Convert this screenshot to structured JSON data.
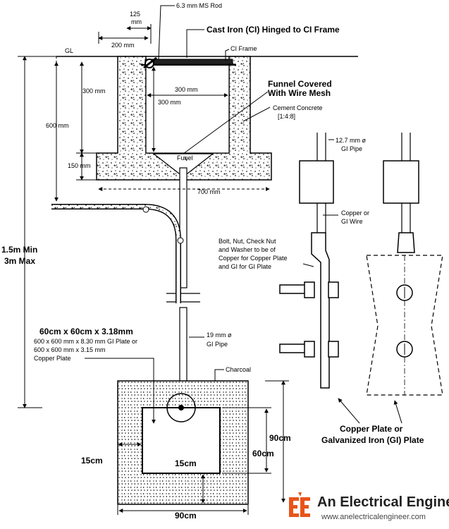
{
  "labels": {
    "ms_rod": "6.3 mm MS Rod",
    "dim_125": "125",
    "dim_125_unit": "mm",
    "dim_200": "200 mm",
    "ci_hinged": "Cast Iron (CI) Hinged to CI Frame",
    "gl": "GL",
    "ci_frame": "CI Frame",
    "dim_300_h": "300 mm",
    "dim_300_v": "300 mm",
    "dim_300_left": "300 mm",
    "dim_600": "600 mm",
    "dim_150": "150 mm",
    "dim_700": "700 mm",
    "funnel_line1": "Funnel Covered",
    "funnel_line2": "With Wire Mesh",
    "cement_line1": "Cement Concrete",
    "cement_line2": "[1:4:8]",
    "funel": "Funel",
    "gi_pipe_top_1": "12.7 mm ø",
    "gi_pipe_top_2": "GI Pipe",
    "copper_wire_1": "Copper or",
    "copper_wire_2": "GI Wire",
    "bolt_1": "Bolt, Nut, Check Nut",
    "bolt_2": "and Washer to be of",
    "bolt_3": "Copper for Copper Plate",
    "bolt_4": "and GI for GI Plate",
    "depth_1": "1.5m Min",
    "depth_2": "3m Max",
    "plate_size": "60cm x 60cm x 3.18mm",
    "plate_gi": "600 x 600 mm x 8.30 mm GI Plate or",
    "plate_cu": "600 x 600 mm x 3.15 mm",
    "plate_cu2": "Copper Plate",
    "gi_pipe_19_1": "19 mm ø",
    "gi_pipe_19_2": "GI Pipe",
    "charcoal": "Charcoal",
    "dim_90_v": "90cm",
    "dim_60": "60cm",
    "dim_15_left": "15cm",
    "dim_15_bottom": "15cm",
    "dim_90_h": "90cm",
    "plate_title_1": "Copper Plate or",
    "plate_title_2": "Galvanized Iron (GI) Plate"
  },
  "brand": {
    "name": "An Electrical Engineer",
    "url": "www.anelectricalengineer.com",
    "logo_color": "#e8541a"
  }
}
